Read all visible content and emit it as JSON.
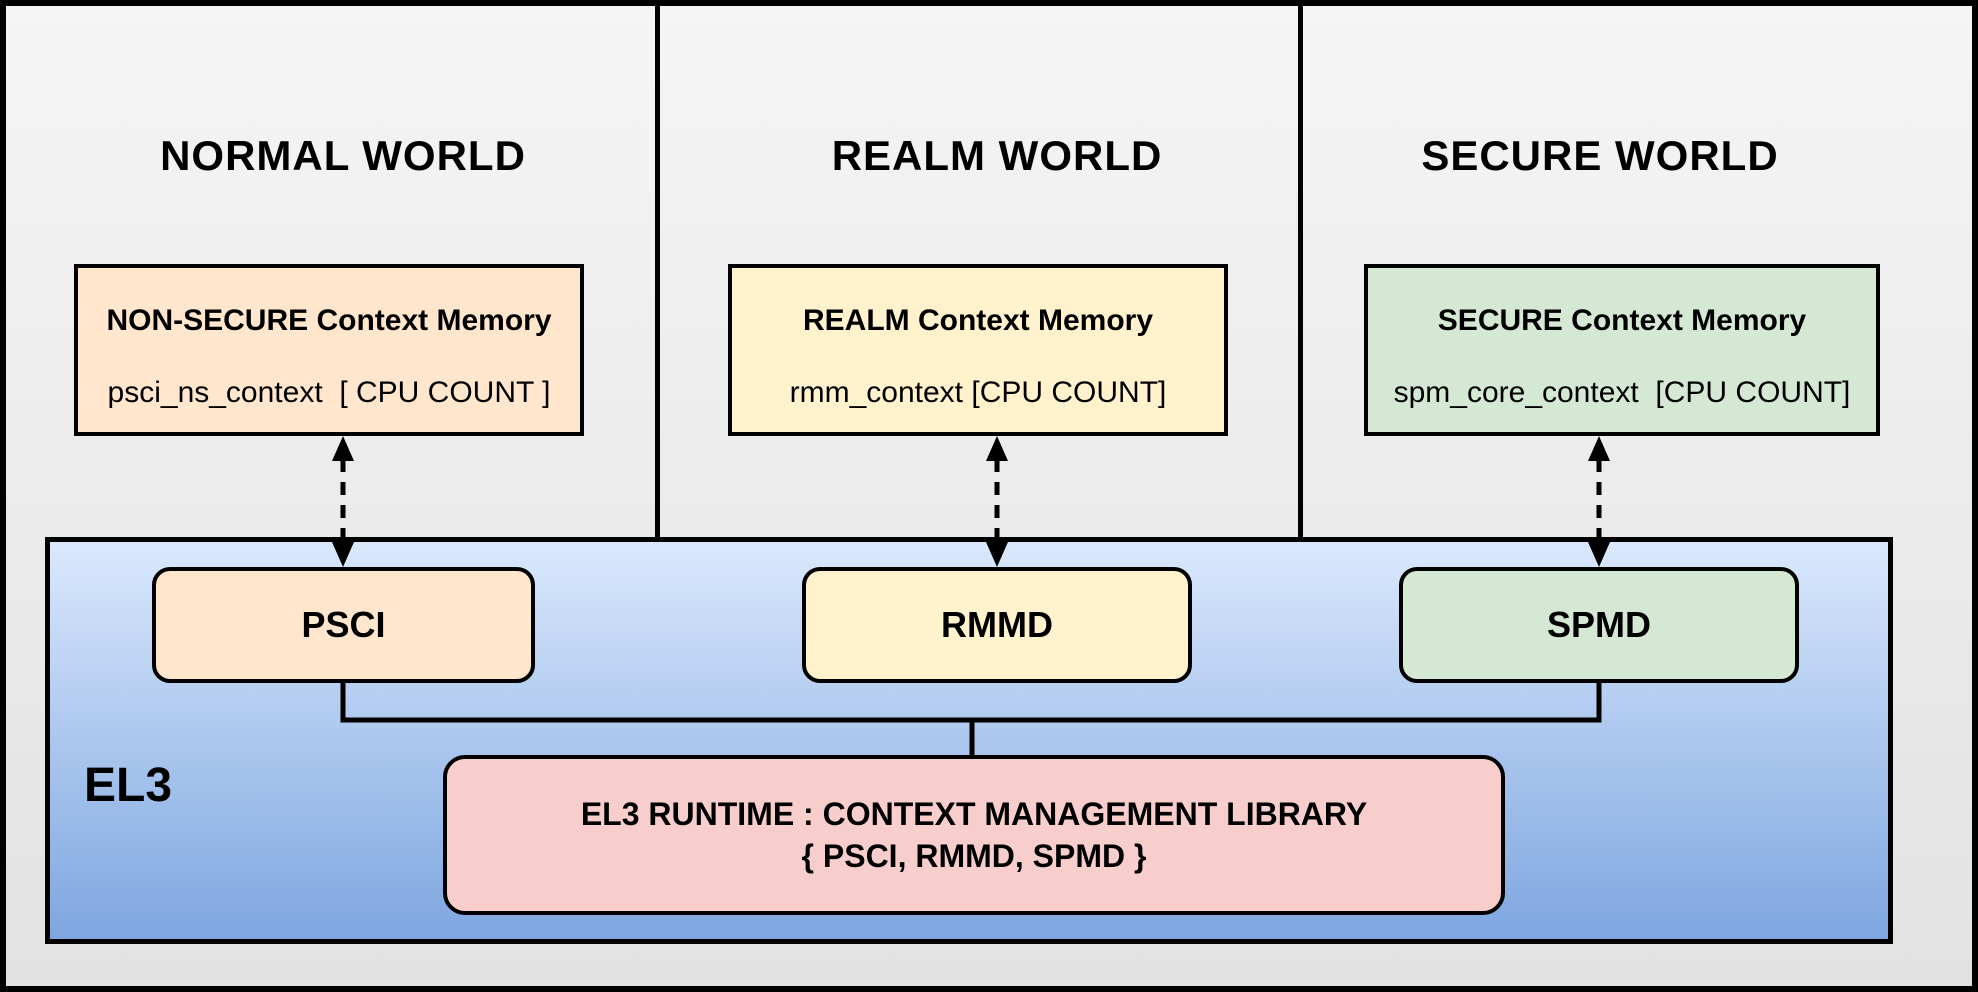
{
  "worlds": [
    {
      "title": "NORMAL WORLD",
      "memory": {
        "title": "NON-SECURE Context Memory",
        "code": "psci_ns_context  [ CPU COUNT ]"
      },
      "component": "PSCI",
      "fill": "#FFE6CC"
    },
    {
      "title": "REALM WORLD",
      "memory": {
        "title": "REALM Context Memory",
        "code": "rmm_context [CPU COUNT]"
      },
      "component": "RMMD",
      "fill": "#FFF2CC"
    },
    {
      "title": "SECURE WORLD",
      "memory": {
        "title": "SECURE Context Memory",
        "code": "spm_core_context  [CPU COUNT]"
      },
      "component": "SPMD",
      "fill": "#D5E8D4"
    }
  ],
  "el3": {
    "label": "EL3",
    "runtime": {
      "line1": "EL3 RUNTIME : CONTEXT MANAGEMENT LIBRARY",
      "line2": "{ PSCI, RMMD, SPMD }"
    },
    "fill_top": "#DAE8FC",
    "fill_bottom": "#7EA6E0",
    "runtime_fill": "#F8CECC"
  },
  "colors": {
    "stroke": "#000000",
    "background_top": "#F5F5F5",
    "background_bottom": "#E2E2E2"
  }
}
